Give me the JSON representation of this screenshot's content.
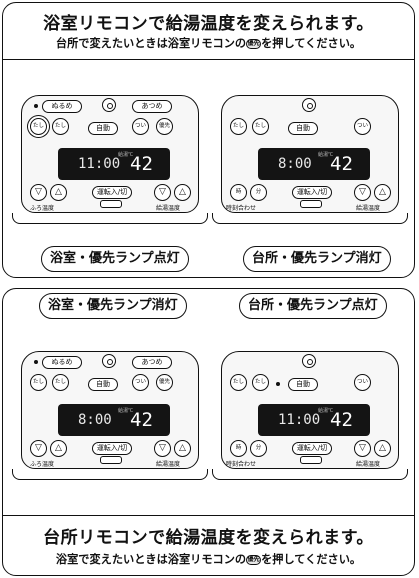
{
  "top": {
    "headline": "浴室リモコンで給湯温度を変えられます。",
    "subline_before": "台所で変えたいときは浴室リモコンの",
    "subline_after": "を押してください。",
    "badge": "優先",
    "left_label": "浴室・優先ランプ点灯",
    "right_label": "台所・優先ランプ消灯"
  },
  "middle": {
    "left_label": "浴室・優先ランプ消灯",
    "right_label": "台所・優先ランプ点灯"
  },
  "bottom": {
    "headline": "台所リモコンで給湯温度を変えられます。",
    "subline_before": "浴室で変えたいときは浴室リモコンの",
    "subline_after": "を押してください。",
    "badge": "優先"
  },
  "remote_bath": {
    "btn_down": "ぬるめ",
    "btn_up": "あつめ",
    "btn_auto": "自動",
    "btn_tsuiki": "ついだき",
    "btn_yuu": "優先",
    "btn_a": "たし湯",
    "btn_b": "たし水",
    "btn_unten": "運転入/切",
    "lbl_left": "ふろ温度",
    "lbl_right": "給湯温度"
  },
  "remote_kitchen": {
    "btn_a": "たし湯",
    "btn_b": "たし水",
    "btn_auto": "自動",
    "btn_tsuiki": "ついだき",
    "btn_ji": "時",
    "btn_fun": "分",
    "btn_unten": "運転入/切",
    "lbl_left": "時刻合わせ",
    "lbl_right": "給湯温度"
  },
  "display": {
    "time_top_left": "11:00",
    "time_top_right": "8:00",
    "time_bottom_left": "8:00",
    "time_bottom_right": "11:00",
    "temp": "42",
    "unit": "給湯℃"
  }
}
